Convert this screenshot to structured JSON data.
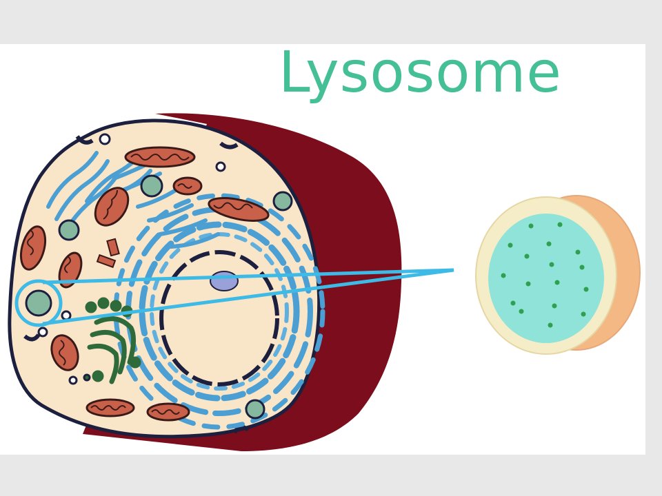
{
  "title": "Lysosome",
  "colors": {
    "page_background": "#e8e8e8",
    "panel_background": "#ffffff",
    "title": "#45bf96",
    "cytoplasm": "#f9e5c8",
    "cell_depth": "#7c0d1c",
    "membrane": "#1d1f3f",
    "endoplasmic_reticulum": "#4b9fd3",
    "nucleolus": "#9aa0d8",
    "golgi": "#2f6b3a",
    "mitochondria": "#c9614a",
    "vesicle": "#86b8a0",
    "callout": "#3dbbe6",
    "lysosome_interior": "#8fe3d8",
    "lysosome_rim": "#f4edc8",
    "lysosome_side": "#f3b884",
    "lysosome_enzymes": "#2fa050"
  },
  "icons": [
    "animal-cell-illustration",
    "lysosome-highlight-circle",
    "zoom-callout-lines",
    "lysosome-magnified-illustration"
  ]
}
